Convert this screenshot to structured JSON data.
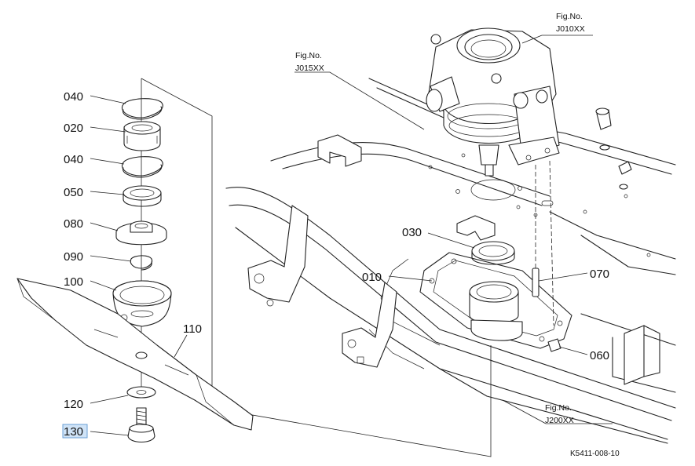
{
  "parts": {
    "p040a": "040",
    "p020": "020",
    "p040b": "040",
    "p050": "050",
    "p080": "080",
    "p090": "090",
    "p100": "100",
    "p110": "110",
    "p120": "120",
    "p130": "130",
    "p030": "030",
    "p010": "010",
    "p070": "070",
    "p060": "060"
  },
  "figures": {
    "j010_label": "Fig.No.",
    "j010_code": "J010XX",
    "j015_label": "Fig.No.",
    "j015_code": "J015XX",
    "j200_label": "Fig.No.",
    "j200_code": "J200XX"
  },
  "diagram_ref": "K5411-008-10",
  "selected_part": "130"
}
